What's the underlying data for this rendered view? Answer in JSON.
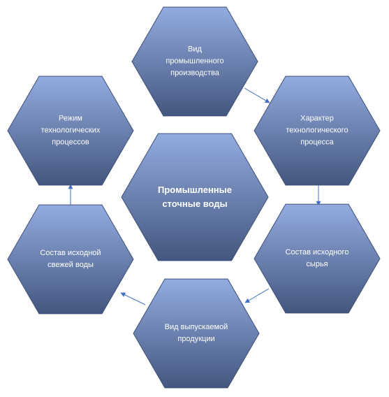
{
  "diagram": {
    "center": {
      "label": "Промышленные\nсточные воды"
    },
    "nodes": [
      {
        "id": "type",
        "label": "Вид\nпромышленного\nпроизводства"
      },
      {
        "id": "character",
        "label": "Характер\nтехнологического\nпроцесса"
      },
      {
        "id": "raw",
        "label": "Состав исходного\nсырья"
      },
      {
        "id": "product",
        "label": "Вид выпускаемой\nпродукции"
      },
      {
        "id": "water",
        "label": "Состав исходной\nсвежей воды"
      },
      {
        "id": "mode",
        "label": "Режим\nтехнологических\nпроцессов"
      }
    ],
    "edges": [
      {
        "from": "type",
        "to": "character"
      },
      {
        "from": "character",
        "to": "raw"
      },
      {
        "from": "raw",
        "to": "product"
      },
      {
        "from": "product",
        "to": "water"
      },
      {
        "from": "water",
        "to": "mode"
      }
    ],
    "colors": {
      "hex_top": "#93acdf",
      "hex_bottom": "#43567f",
      "hex_stroke": "#3e5078",
      "arrow": "#4472c4",
      "text": "#ffffff"
    }
  }
}
